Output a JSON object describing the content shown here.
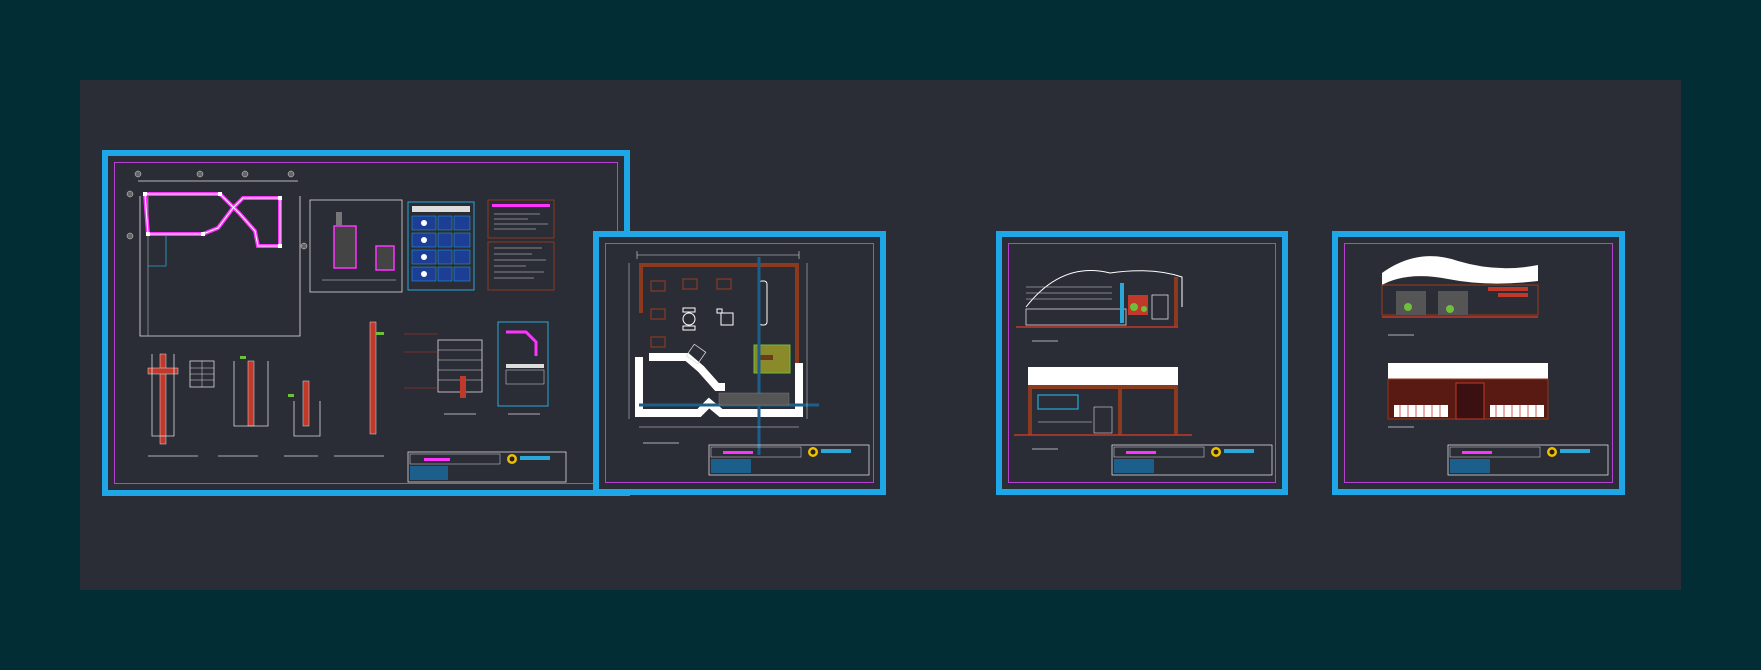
{
  "app": {
    "title": ""
  },
  "colors": {
    "background": "#022d34",
    "canvas": "#2a2c36",
    "sheet_border": "#1fa6e6",
    "inner_border": "#b83fd4",
    "magenta": "#ff33ff",
    "white": "#ffffff",
    "red": "#c0392b",
    "brown": "#8b3a1f",
    "cyan": "#2aa8d8",
    "green": "#6fbf3a",
    "olive": "#8a8a2a"
  },
  "sheets": [
    {
      "name": "sheet-structural",
      "icon": "structural-plan-drawing"
    },
    {
      "name": "sheet-floor-plan",
      "icon": "floor-plan-drawing"
    },
    {
      "name": "sheet-elevations-a",
      "icon": "elevation-drawing"
    },
    {
      "name": "sheet-elevations-b",
      "icon": "elevation-drawing"
    }
  ]
}
